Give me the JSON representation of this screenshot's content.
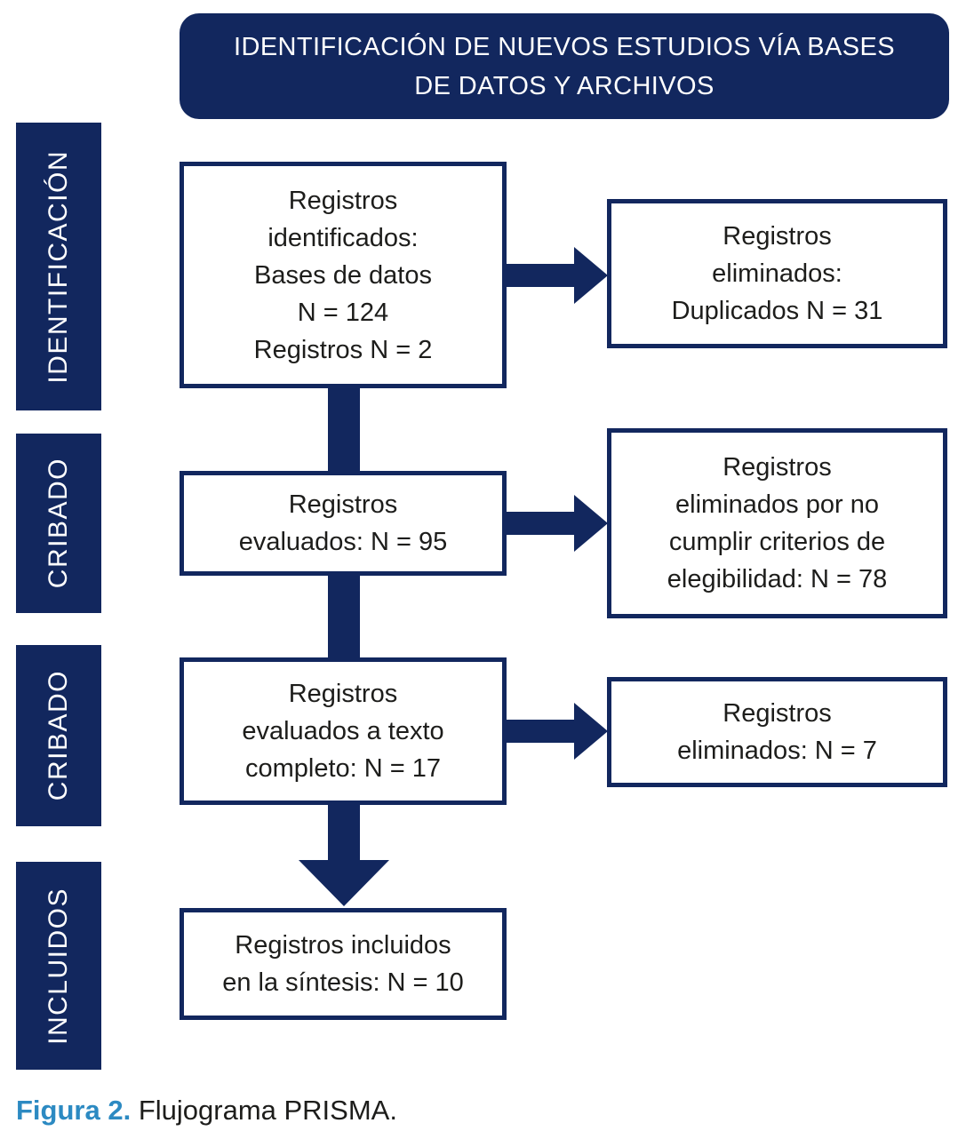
{
  "header": {
    "title": "IDENTIFICACIÓN DE NUEVOS ESTUDIOS VÍA BASES DE DATOS Y ARCHIVOS"
  },
  "stages": [
    {
      "label": "IDENTIFICACIÓN"
    },
    {
      "label": "CRIBADO"
    },
    {
      "label": "CRIBADO"
    },
    {
      "label": "INCLUIDOS"
    }
  ],
  "flow": {
    "main_boxes": [
      {
        "id": "identified",
        "text": "Registros\nidentificados:\nBases de datos\nN = 124\nRegistros N = 2",
        "n_databases": 124,
        "n_registers": 2
      },
      {
        "id": "screened",
        "text": "Registros\nevaluados: N = 95",
        "n": 95
      },
      {
        "id": "fulltext",
        "text": "Registros\nevaluados a texto\ncompleto: N = 17",
        "n": 17
      },
      {
        "id": "included",
        "text": "Registros incluidos\nen la síntesis: N = 10",
        "n": 10
      }
    ],
    "side_boxes": [
      {
        "id": "removed-duplicates",
        "text": "Registros\neliminados:\nDuplicados N = 31",
        "n": 31
      },
      {
        "id": "removed-eligibility",
        "text": "Registros\neliminados por no\ncumplir criterios de\nelegibilidad: N = 78",
        "n": 78
      },
      {
        "id": "removed-fulltext",
        "text": "Registros\neliminados: N = 7",
        "n": 7
      }
    ]
  },
  "caption": {
    "prefix": "Figura 2.",
    "text": " Flujograma PRISMA."
  },
  "colors": {
    "navy": "#12275e",
    "caption_blue": "#2c8ac2",
    "box_text": "#1d1d1b",
    "background": "#ffffff"
  }
}
